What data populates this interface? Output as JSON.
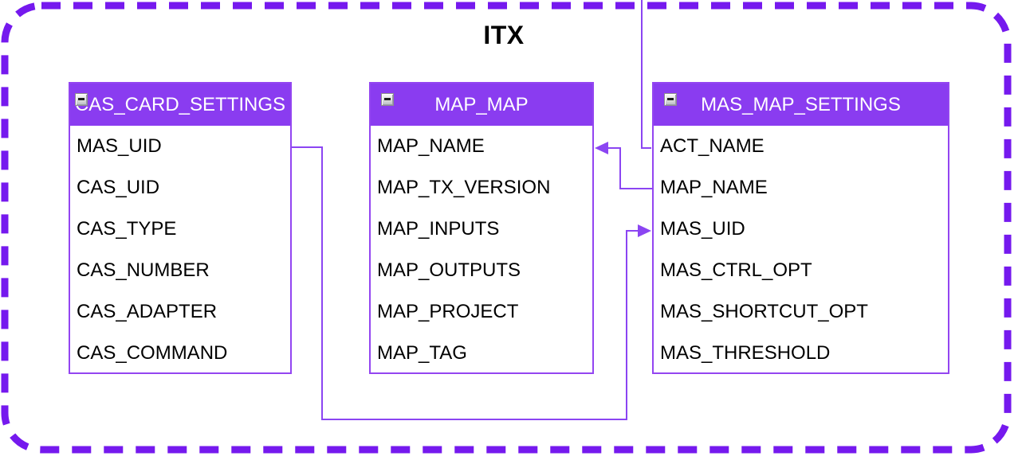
{
  "diagram": {
    "title": "ITX",
    "group_label": "ITX",
    "entities": [
      {
        "name": "CAS_CARD_SETTINGS",
        "collapse_icon": "minimize-minus-icon",
        "fields": [
          "MAS_UID",
          "CAS_UID",
          "CAS_TYPE",
          "CAS_NUMBER",
          "CAS_ADAPTER",
          "CAS_COMMAND"
        ]
      },
      {
        "name": "MAP_MAP",
        "collapse_icon": "minimize-minus-icon",
        "fields": [
          "MAP_NAME",
          "MAP_TX_VERSION",
          "MAP_INPUTS",
          "MAP_OUTPUTS",
          "MAP_PROJECT",
          "MAP_TAG"
        ]
      },
      {
        "name": "MAS_MAP_SETTINGS",
        "collapse_icon": "minimize-minus-icon",
        "fields": [
          "ACT_NAME",
          "MAP_NAME",
          "MAS_UID",
          "MAS_CTRL_OPT",
          "MAS_SHORTCUT_OPT",
          "MAS_THRESHOLD"
        ]
      }
    ],
    "relationships": [
      {
        "from": "CAS_CARD_SETTINGS.MAS_UID",
        "to": "MAS_MAP_SETTINGS.MAS_UID",
        "arrowhead": "into MAS_MAP_SETTINGS.MAS_UID"
      },
      {
        "from": "MAS_MAP_SETTINGS.MAP_NAME",
        "to": "MAP_MAP.MAP_NAME",
        "arrowhead": "into MAP_MAP.MAP_NAME"
      },
      {
        "from": "off-canvas-top",
        "to": "MAS_MAP_SETTINGS.ACT_NAME",
        "arrowhead": "none"
      }
    ],
    "colors": {
      "entity_header_fill": "#8a3cf0",
      "entity_border": "#9345f1",
      "connector": "#8b45f2",
      "group_dashed_border": "#7519ee",
      "entity_text": "#000000",
      "header_text": "#ffffff",
      "background": "#ffffff"
    }
  }
}
